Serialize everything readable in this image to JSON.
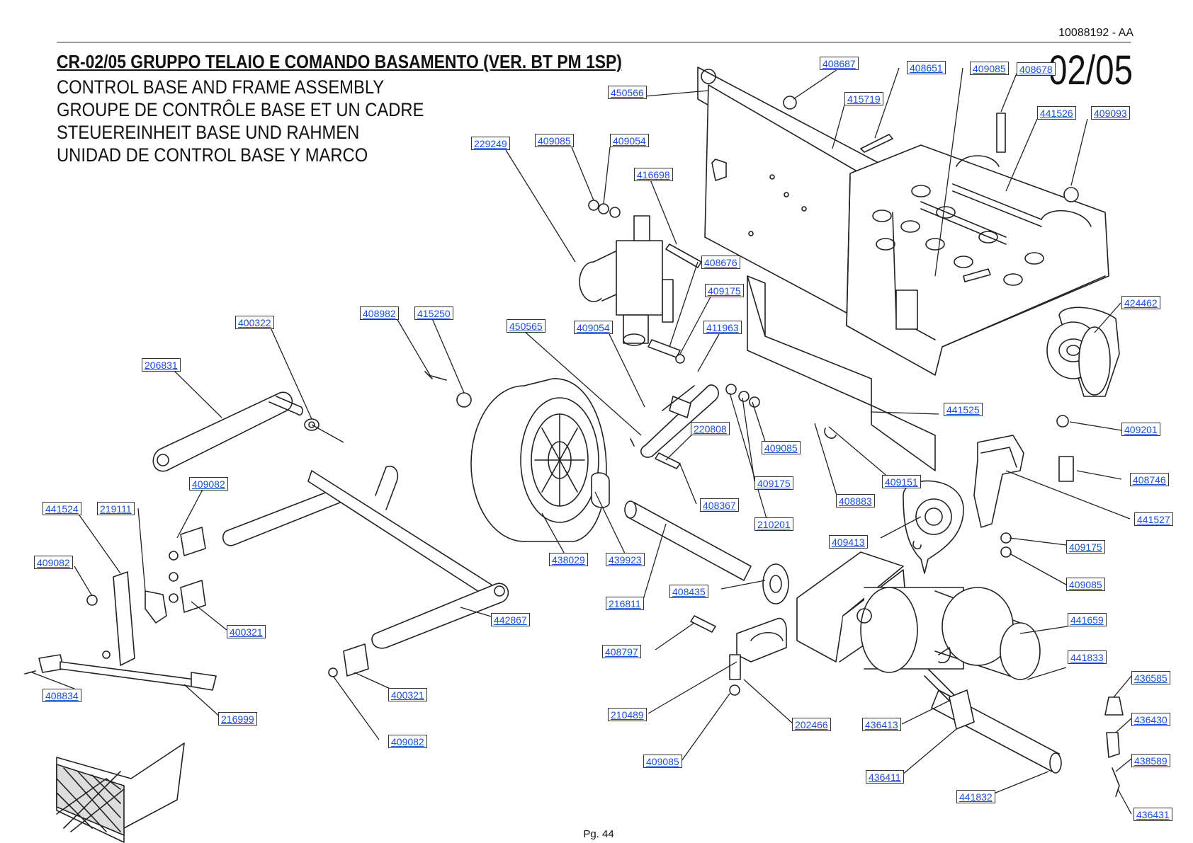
{
  "header": {
    "doc_code": "10088192 - AA",
    "title": "CR-02/05 GRUPPO TELAIO E COMANDO BASAMENTO (VER. BT PM 1SP)",
    "subtitles": [
      "CONTROL BASE AND FRAME ASSEMBLY",
      "GROUPE DE CONTRÔLE BASE ET UN CADRE",
      "STEUEREINHEIT BASE UND RAHMEN",
      "UNIDAD DE CONTROL BASE Y MARCO"
    ],
    "section": "02/05"
  },
  "footer": {
    "page": "Pg. 44"
  },
  "callouts": [
    "408687",
    "408651",
    "409085",
    "408678",
    "450566",
    "415719",
    "441526",
    "409093",
    "229249",
    "409085",
    "409054",
    "416698",
    "408676",
    "409175",
    "400322",
    "408982",
    "415250",
    "450565",
    "409054",
    "411963",
    "424462",
    "206831",
    "220808",
    "409085",
    "441525",
    "409201",
    "409151",
    "409175",
    "408367",
    "408883",
    "210201",
    "408746",
    "441527",
    "409082",
    "441524",
    "219111",
    "409413",
    "409175",
    "409082",
    "438029",
    "439923",
    "409085",
    "408435",
    "400321",
    "216811",
    "442867",
    "441659",
    "408797",
    "441833",
    "408834",
    "400321",
    "436585",
    "216999",
    "210489",
    "202466",
    "436413",
    "436430",
    "409082",
    "409085",
    "438589",
    "436411",
    "441832",
    "436431"
  ]
}
